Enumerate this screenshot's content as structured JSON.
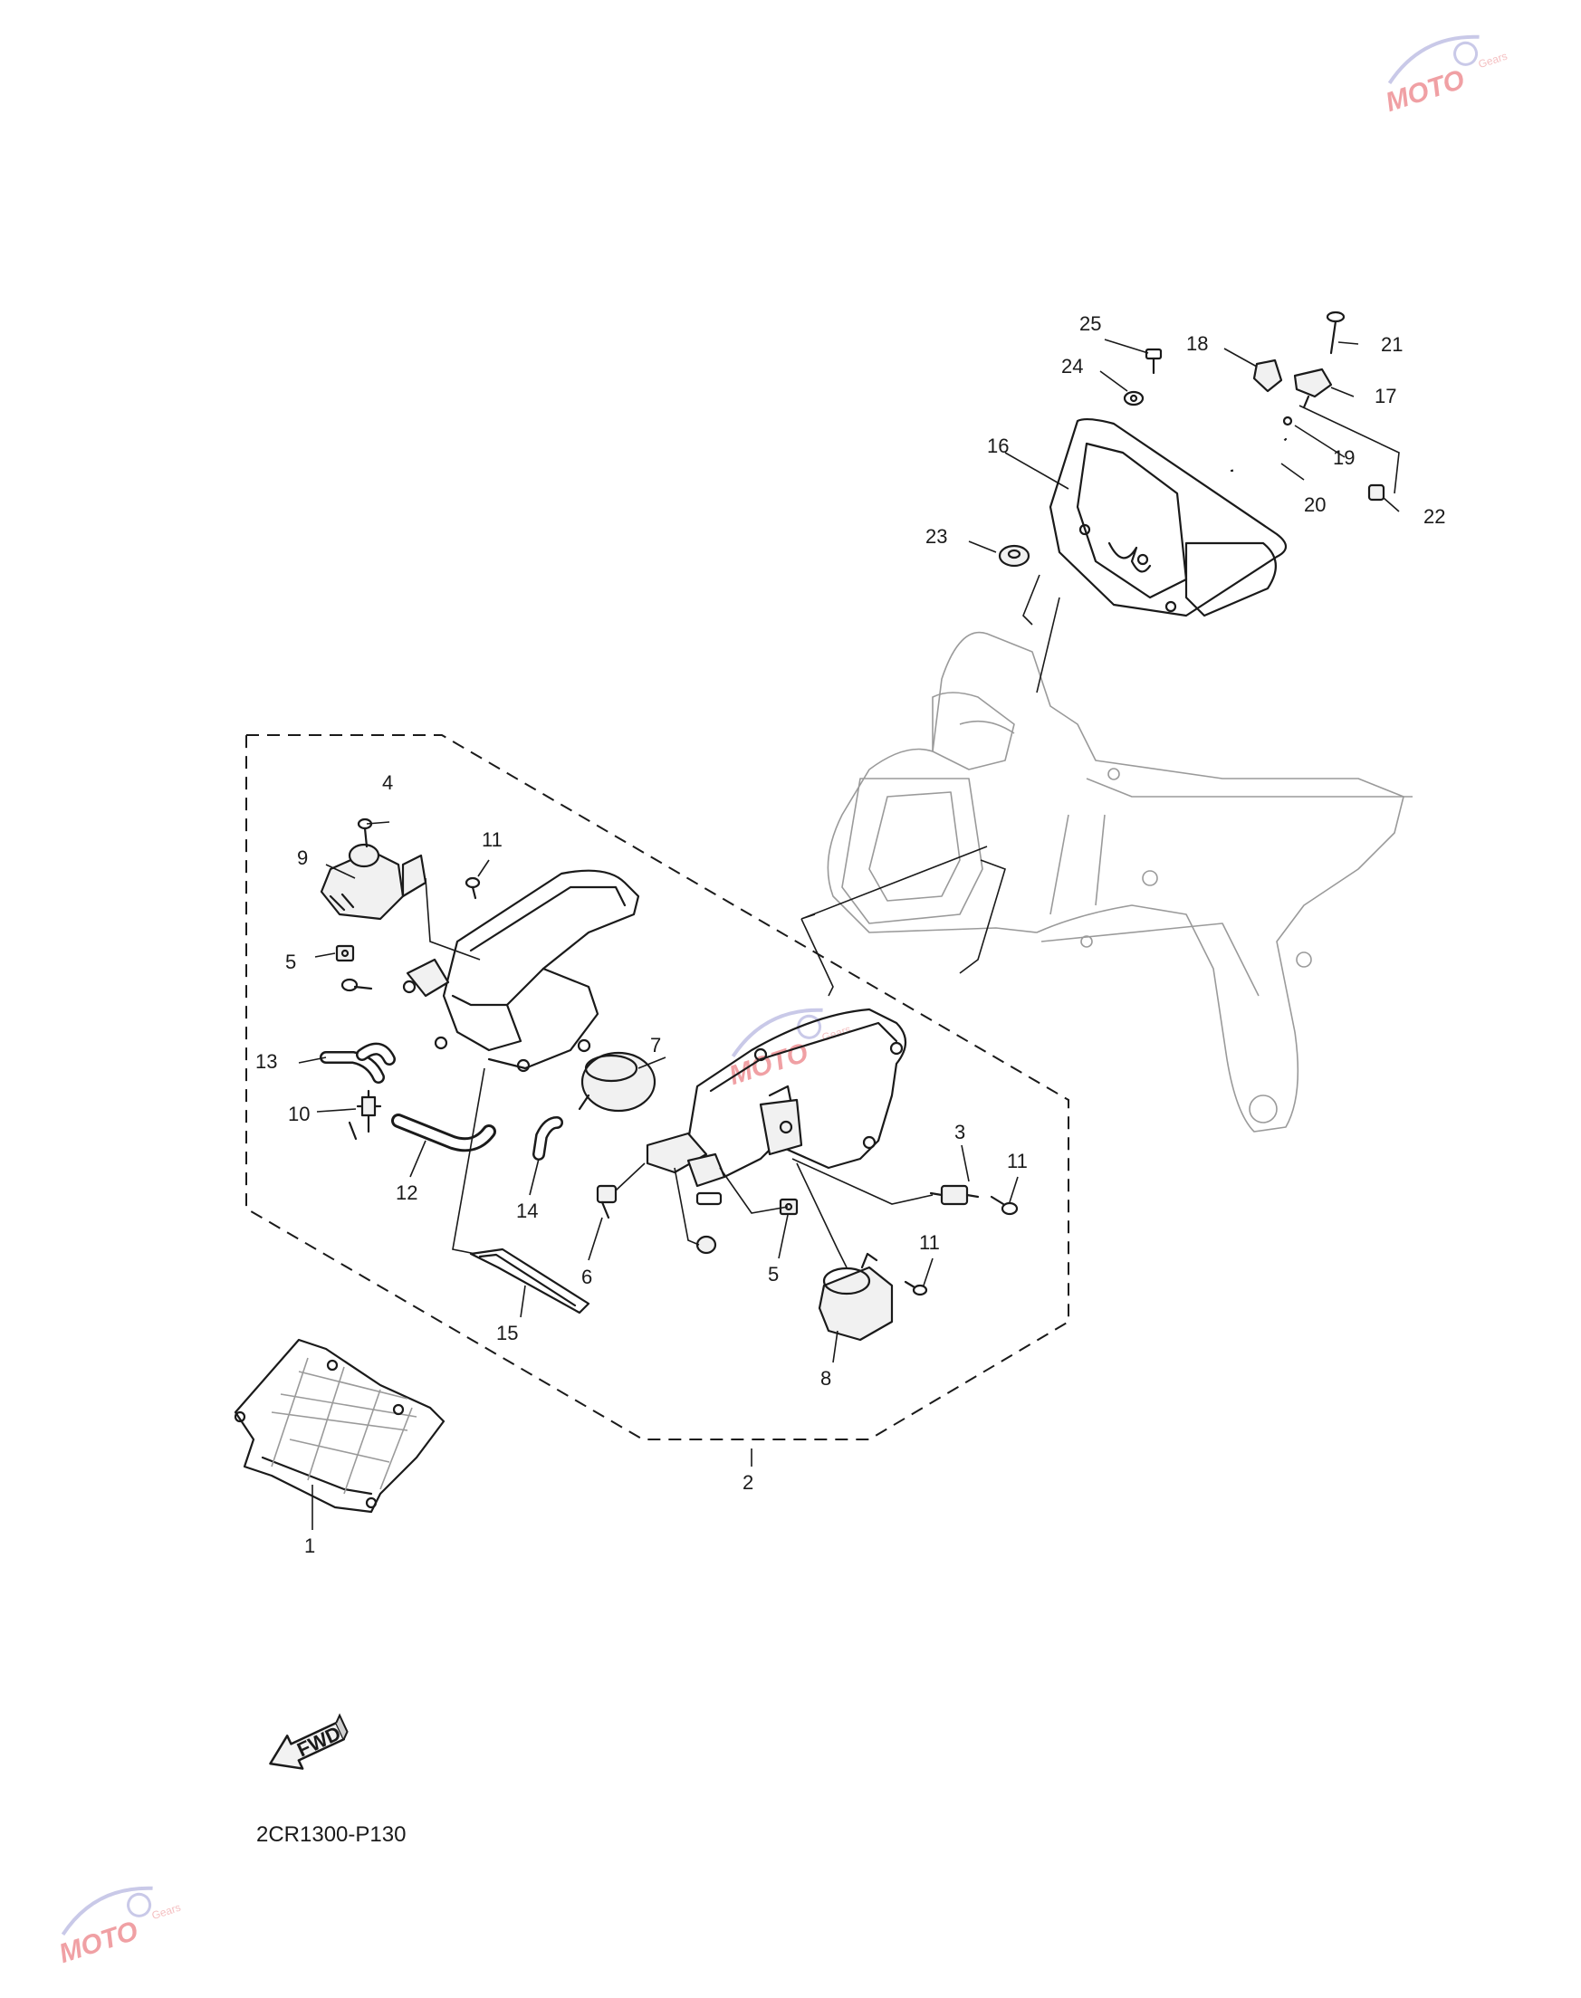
{
  "callouts": {
    "c1": "1",
    "c2": "2",
    "c3": "3",
    "c4": "4",
    "c5a": "5",
    "c5b": "5",
    "c6": "6",
    "c7": "7",
    "c8": "8",
    "c9": "9",
    "c10": "10",
    "c11a": "11",
    "c11b": "11",
    "c11c": "11",
    "c12": "12",
    "c13": "13",
    "c14": "14",
    "c15": "15",
    "c16": "16",
    "c17": "17",
    "c18": "18",
    "c19": "19",
    "c20": "20",
    "c21": "21",
    "c22": "22",
    "c23": "23",
    "c24": "24",
    "c25": "25"
  },
  "diagram_code": "2CR1300-P130",
  "direction_arrow": {
    "label": "FWD",
    "icon": "fwd-arrow-icon"
  },
  "watermark": {
    "brand": "MOTO",
    "subtitle": "Gears",
    "color": "#e4545a",
    "icon": "moto-gears-logo-icon"
  }
}
